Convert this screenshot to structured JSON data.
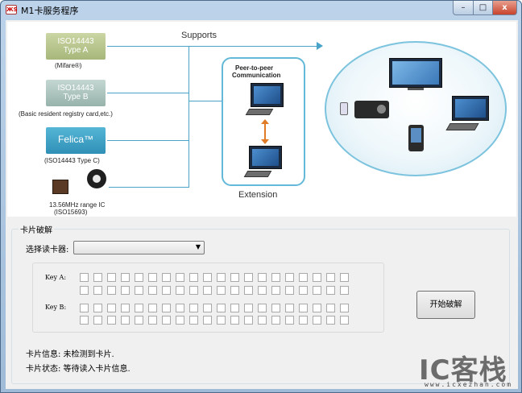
{
  "window": {
    "title": "M1卡服务程序",
    "app_icon_text": "ЖS",
    "controls": {
      "minimize": "–",
      "maximize": "□",
      "close": "x"
    }
  },
  "banner": {
    "supports_label": "Supports",
    "card_a": {
      "line1": "ISO14443",
      "line2": "Type A",
      "caption": "(Mifare®)"
    },
    "card_b": {
      "line1": "ISO14443",
      "line2": "Type B",
      "caption": "(Basic resident registry card,etc.)"
    },
    "card_c": {
      "line1": "Felica™",
      "caption": "(ISO14443 Type C)"
    },
    "ic": {
      "line1": "13.56MHz range IC",
      "line2": "(ISO15693)"
    },
    "p2p": {
      "line1": "Peer-to-peer",
      "line2": "Communication"
    },
    "extension_label": "Extension"
  },
  "group": {
    "title": "卡片破解",
    "reader_label": "选择读卡器:",
    "reader_value": "",
    "key_a_label": "Key A:",
    "key_b_label": "Key B:",
    "start_button": "开始破解",
    "card_info": "卡片信息: 未检测到卡片.",
    "card_status": "卡片状态: 等待读入卡片信息."
  },
  "watermark": {
    "brand": "IC客栈",
    "url": "www.icxezhan.com"
  }
}
